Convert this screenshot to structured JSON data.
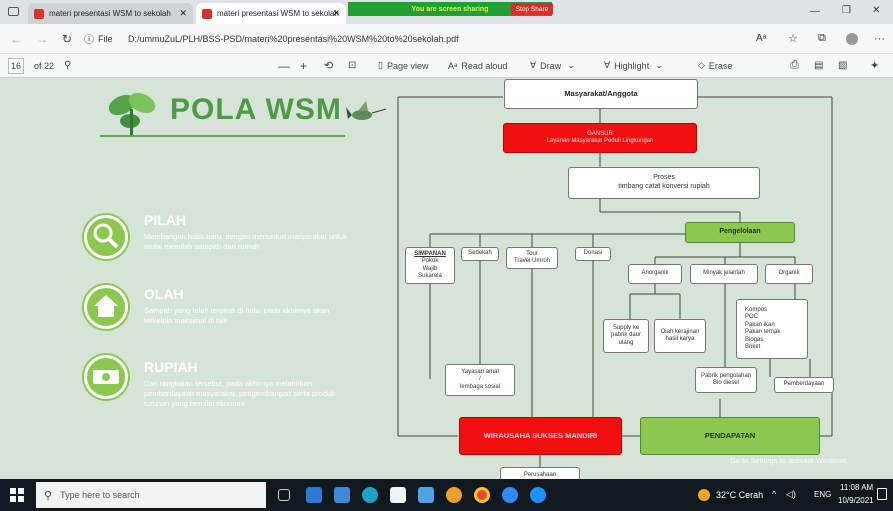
{
  "browser": {
    "tabs": [
      {
        "title": "materi presentasi WSM to sekolah"
      },
      {
        "title": "materi presentasi WSM to sekolah"
      }
    ],
    "share_banner": {
      "text": "You are screen sharing",
      "stop": "Stop Share"
    },
    "address": {
      "scheme": "File",
      "url": "D:/ummuZuL/PLH/BSS-PSD/materi%20presentasi%20WSM%20to%20sekolah.pdf"
    }
  },
  "pdf_toolbar": {
    "page": "16",
    "of": "of 22",
    "page_view": "Page view",
    "read_aloud": "Read aloud",
    "draw": "Draw",
    "highlight": "Highlight",
    "erase": "Erase"
  },
  "slide": {
    "title": "POLA WSM",
    "points": [
      {
        "heading": "PILAH",
        "text": "Membangun habit baru, dengan menuntun masyarakat untuk mulai memilah sampah dari rumah"
      },
      {
        "heading": "OLAH",
        "text": "Sampah yang telah terpilah di hulu, pada akhirnya akan terkelola maksimal di hilir"
      },
      {
        "heading": "RUPIAH",
        "text": "Dari rangkaian tersebut, pada akhirnya melahirkan pemberdayaan masyarakat, pengembangan serta produk turunan yang bernilai ekonomi"
      }
    ],
    "diagram": {
      "masyarakat": "Masyarakat/Anggota",
      "gansur_title": "GANSUR",
      "gansur_sub": "Layanan Masyarakat Peduli Lingkungan",
      "proses_1": "Proses",
      "proses_2": "timbang catat konversi rupiah",
      "pengelolaan": "Pengelolaan",
      "simpanan": [
        "SIMPANAN",
        "Pokok",
        "Wajib",
        "Sukarela"
      ],
      "sedekah": "Sedekah",
      "tour": [
        "Tour",
        "Travel Umroh"
      ],
      "donasi": "Donasi",
      "anorganik": "Anorganik",
      "minyak": "Minyak jelantah",
      "organik": "Organik",
      "supply": [
        "Supply ke",
        "pabrik daur",
        "ulang"
      ],
      "olah": [
        "Olah kerajinan",
        "hasil karya"
      ],
      "kompos": [
        "Kompos",
        "POC",
        "Pakan ikan",
        "Pakan ternak",
        "Biogas",
        "Briket"
      ],
      "yayasan": [
        "Yayasan amal",
        "/",
        "lembaga sosial"
      ],
      "pabrik": [
        "Pabrik pengolahan",
        "Bio diesel"
      ],
      "pemberdayaan": "Pemberdayaan",
      "wirausaha": "WIRAUSAHA SUKSES MANDIRI",
      "pendapatan": "PENDAPATAN",
      "perusahaan": "Perusahaan"
    },
    "watermark": "Go to Settings to activate Windows."
  },
  "taskbar": {
    "search": "Type here to search",
    "weather": "32°C Cerah",
    "lang": "ENG",
    "time": "11:08 AM",
    "date": "10/9/2021"
  },
  "colors": {
    "accent_green": "#8cc850",
    "red": "#f20f0f"
  }
}
